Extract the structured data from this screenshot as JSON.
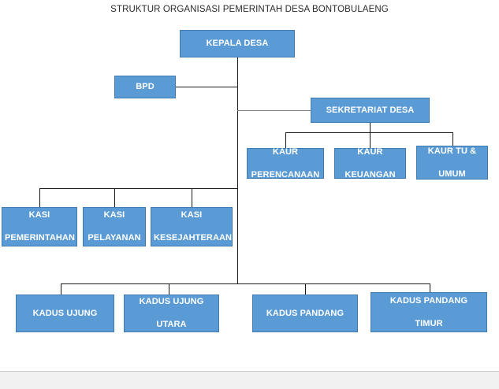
{
  "title": "STRUKTUR ORGANISASI PEMERINTAH DESA BONTOBULAENG",
  "colors": {
    "node_fill": "#5B9BD5",
    "node_border": "#3E7CB1",
    "node_text": "#FFFFFF",
    "line": "#1A1A1A",
    "line_grey": "#7F7F7F",
    "title_text": "#2B2B2B",
    "background": "#FFFFFF",
    "footer": "#F1F1F1"
  },
  "nodes": {
    "kepala_desa": "KEPALA DESA",
    "bpd": "BPD",
    "sekretariat_desa": "SEKRETARIAT DESA",
    "kaur": [
      {
        "line1": "KAUR",
        "line2": "PERENCANAAN"
      },
      {
        "line1": "KAUR",
        "line2": "KEUANGAN"
      },
      {
        "line1": "KAUR TU &",
        "line2": "UMUM"
      }
    ],
    "kasi": [
      {
        "line1": "KASI",
        "line2": "PEMERINTAHAN"
      },
      {
        "line1": "KASI",
        "line2": "PELAYANAN"
      },
      {
        "line1": "KASI",
        "line2": "KESEJAHTERAAN"
      }
    ],
    "kadus": [
      {
        "line1": "KADUS UJUNG",
        "line2": ""
      },
      {
        "line1": "KADUS UJUNG",
        "line2": "UTARA"
      },
      {
        "line1": "KADUS PANDANG",
        "line2": ""
      },
      {
        "line1": "KADUS PANDANG",
        "line2": "TIMUR"
      }
    ]
  }
}
